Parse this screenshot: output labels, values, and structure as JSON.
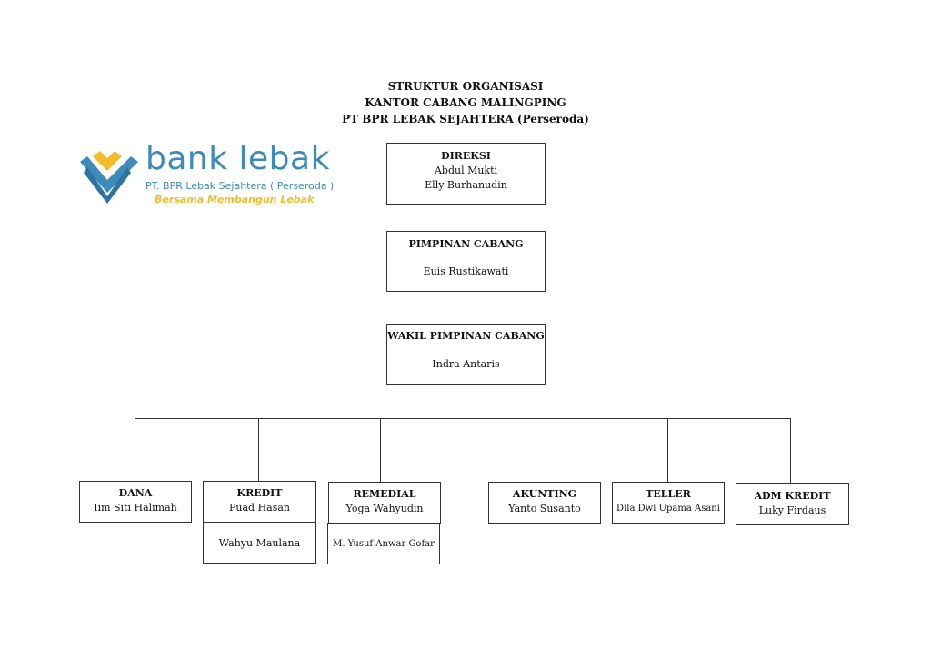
{
  "header": {
    "title_line1": "STRUKTUR ORGANISASI",
    "title_line2": "KANTOR CABANG MALINGPING",
    "title_line3": "PT BPR LEBAK SEJAHTERA (Perseroda)"
  },
  "logo": {
    "wordmark": "bank lebak",
    "company": "PT. BPR Lebak Sejahtera ( Perseroda )",
    "tagline": "Bersama Membangun Lebak",
    "colors": {
      "blue": "#3e8ab8",
      "yellow": "#f3bd2a"
    }
  },
  "chart": {
    "direksi": {
      "role": "DIREKSI",
      "names": [
        "Abdul Mukti",
        "Elly Burhanudin"
      ]
    },
    "pimpinan": {
      "role": "PIMPINAN CABANG",
      "name": "Euis Rustikawati"
    },
    "wakil": {
      "role": "WAKIL PIMPINAN CABANG",
      "name": "Indra Antaris"
    },
    "units": [
      {
        "role": "DANA",
        "name": "Iim Siti Halimah"
      },
      {
        "role": "KREDIT",
        "name": "Puad Hasan",
        "extra": "Wahyu Maulana"
      },
      {
        "role": "REMEDIAL",
        "name": "Yoga Wahyudin",
        "extra": "M. Yusuf Anwar Gofar"
      },
      {
        "role": "AKUNTING",
        "name": "Yanto Susanto"
      },
      {
        "role": "TELLER",
        "name": "Dila Dwi Upama Asani"
      },
      {
        "role": "ADM KREDIT",
        "name": "Luky Firdaus"
      }
    ]
  }
}
